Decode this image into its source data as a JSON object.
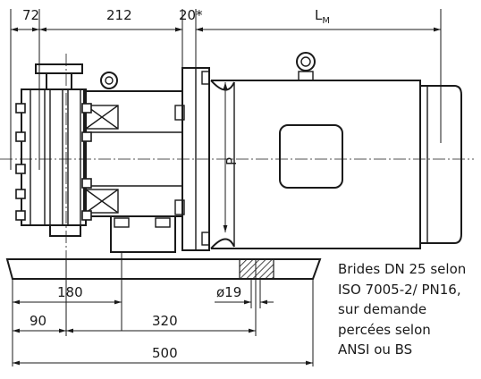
{
  "dimensions": {
    "top_left": "72",
    "top_middle": "212",
    "top_right": "20*",
    "motor_length": "L",
    "motor_length_sub": "M",
    "centerline_label": "P",
    "base_180": "180",
    "bolt_hole": "ø19",
    "base_90": "90",
    "base_320": "320",
    "base_500": "500"
  },
  "note": {
    "lines": [
      "Brides DN 25 selon",
      "ISO 7005-2/ PN16,",
      "sur demande",
      "percées selon",
      "ANSI ou BS"
    ]
  }
}
